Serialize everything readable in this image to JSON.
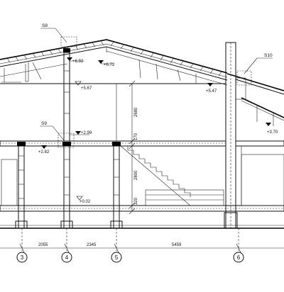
{
  "section_tags": {
    "s8": "S8",
    "s9": "S9",
    "s10": "S10"
  },
  "levels": {
    "ridge_left": "+6.92",
    "ridge_right": "+6.72",
    "ceiling": "+5.67",
    "eave_right": "+5.47",
    "floor2_top": "+2.99",
    "floor2_bottom": "+2.82",
    "annex": "+3.70",
    "ground": "+0.02"
  },
  "vertical_dims": {
    "upper": "2680",
    "slab": "170",
    "lower": "2800",
    "base": "320"
  },
  "grid_axes": [
    "3",
    "4",
    "5",
    "6"
  ],
  "grid_dims": [
    "2055",
    "2345",
    "5459"
  ]
}
